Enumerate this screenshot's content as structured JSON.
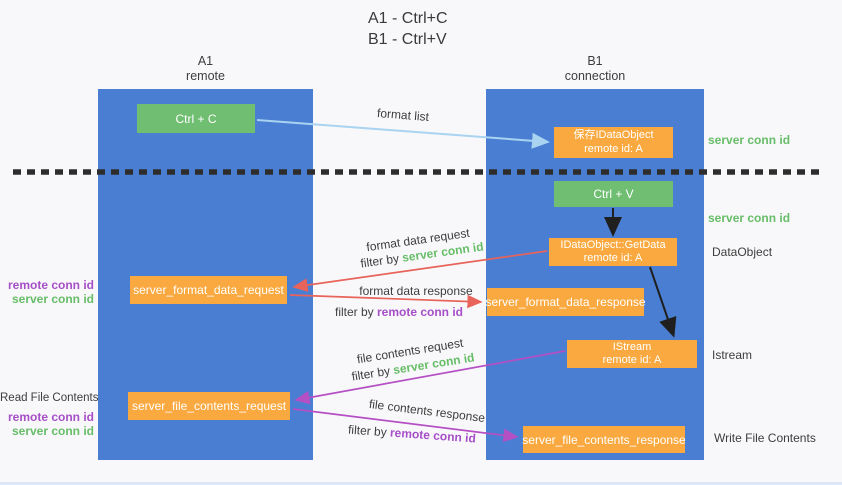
{
  "title": {
    "line1": "A1 - Ctrl+C",
    "line2": "B1 - Ctrl+V"
  },
  "columns": {
    "left": {
      "name": "A1",
      "role": "remote"
    },
    "right": {
      "name": "B1",
      "role": "connection"
    }
  },
  "boxes": {
    "ctrl_c": "Ctrl + C",
    "ctrl_v": "Ctrl + V",
    "save_idataobject": {
      "line1": "保存IDataObject",
      "line2": "remote id: A"
    },
    "getdata": {
      "line1": "IDataObject::GetData",
      "line2": "remote id: A"
    },
    "istream": {
      "line1": "IStream",
      "line2": "remote id: A"
    },
    "server_format_data_request": "server_format_data_request",
    "server_format_data_response": "server_format_data_response",
    "server_file_contents_request": "server_file_contents_request",
    "server_file_contents_response": "server_file_contents_response"
  },
  "edge_labels": {
    "format_list": "format list",
    "format_data_request": "format data request",
    "format_data_request_filter": {
      "prefix": "filter by ",
      "value": "server conn id"
    },
    "format_data_response": "format data response",
    "format_data_response_filter": {
      "prefix": "filter by ",
      "value": "remote conn id"
    },
    "file_contents_request": "file contents request",
    "file_contents_request_filter": {
      "prefix": "filter by ",
      "value": "server conn id"
    },
    "file_contents_response": "file contents response",
    "file_contents_response_filter": {
      "prefix": "filter by ",
      "value": "remote conn id"
    }
  },
  "side_labels": {
    "right_top_server_conn_id": "server conn id",
    "right_mid_server_conn_id": "server conn id",
    "right_dataobject": "DataObject",
    "right_istream": "Istream",
    "right_write_file_contents": "Write File Contents",
    "left_format_remote_conn_id": "remote conn id",
    "left_format_server_conn_id": "server conn id",
    "left_read_file_contents": "Read File Contents",
    "left_file_remote_conn_id": "remote conn id",
    "left_file_server_conn_id": "server conn id"
  },
  "colors": {
    "column_blue": "#4a7ed2",
    "box_green": "#6fbe71",
    "box_orange": "#f9a93f",
    "arrow_light_blue": "#a9d3f0",
    "arrow_red": "#e8635a",
    "arrow_magenta": "#b54fc4",
    "arrow_black": "#1f1f1f",
    "text_green": "#67bd68",
    "text_purple": "#a64fc8",
    "dashed_line": "#2d2d2d",
    "background": "#f8f8fa"
  }
}
